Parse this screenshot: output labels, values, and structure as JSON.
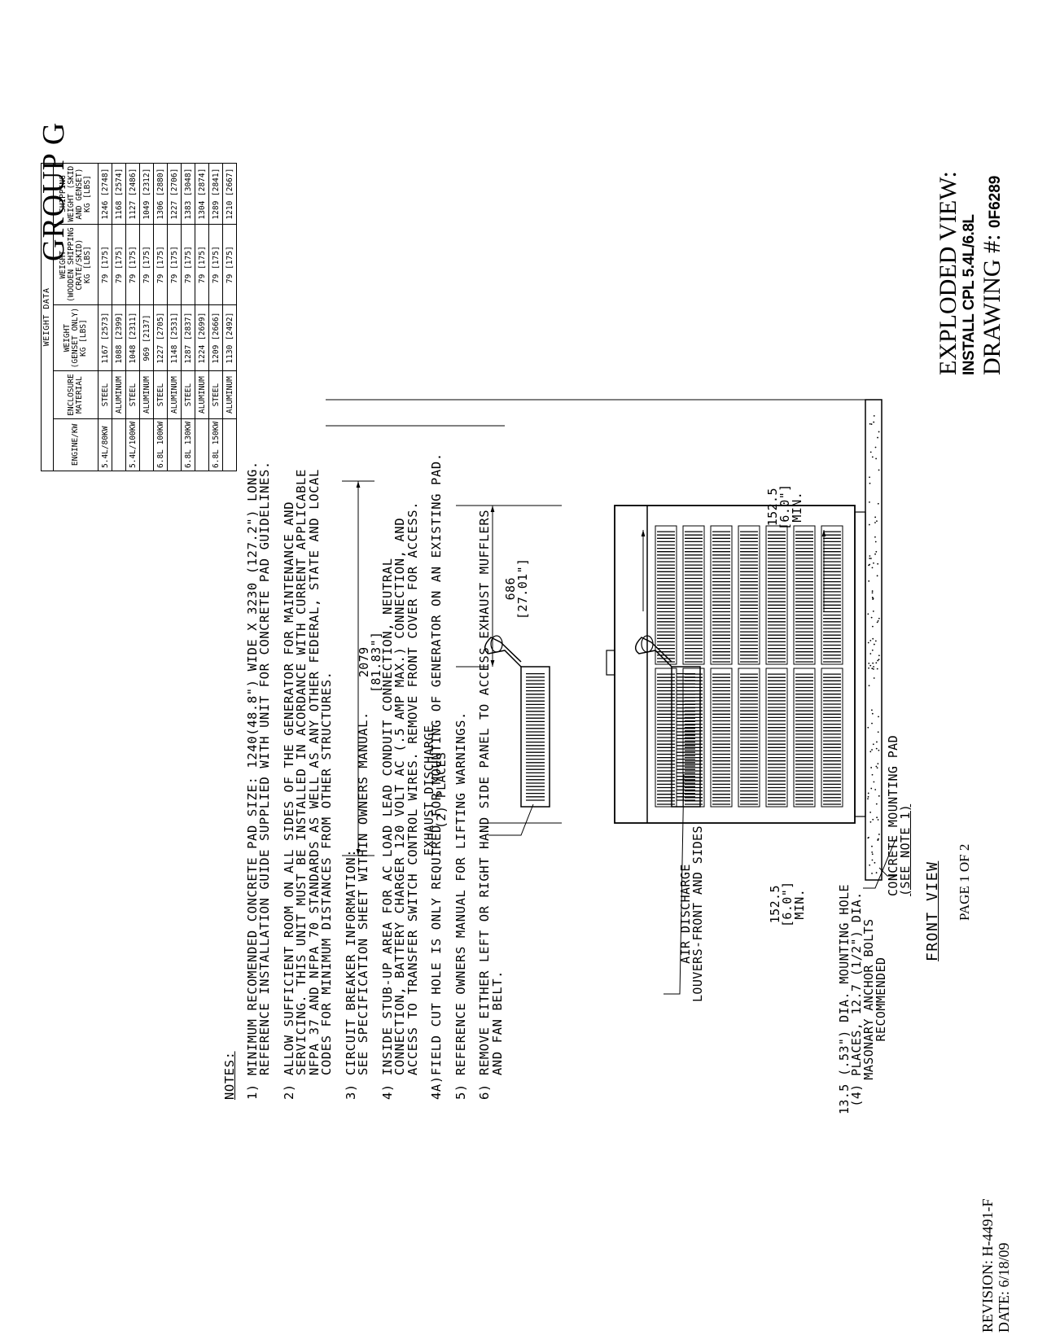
{
  "title": {
    "group": "GROUP G",
    "exploded": "EXPLODED VIEW:",
    "install": "INSTALL CPL 5.4L/6.8L",
    "drawing_label": "DRAWING #: ",
    "drawing_number": "0F6289"
  },
  "revision": {
    "revision": "REVISION: H-4491-F",
    "date": "DATE: 6/18/09"
  },
  "notes": {
    "header": "NOTES:",
    "items": [
      {
        "num": "1)",
        "text": "MINIMUM RECOMENDED CONCRETE PAD SIZE: 1240(48.8\") WIDE X 3230 (127.2\") LONG.\nREFERENCE INSTALLATION GUIDE SUPPLIED WITH UNIT FOR CONCRETE PAD GUIDELINES."
      },
      {
        "num": "2)",
        "text": "ALLOW SUFFICIENT ROOM ON ALL SIDES OF THE GENERATOR FOR MAINTENANCE AND\nSERVICING. THIS UNIT MUST BE INSTALLED IN ACORDANCE WITH CURRENT APPLICABLE\nNFPA 37 AND NFPA 70 STANDARDS AS WELL AS ANY OTHER FEDERAL, STATE AND LOCAL\nCODES FOR MINIMUM DISTANCES FROM OTHER STRUCTURES."
      },
      {
        "num": "3)",
        "text": "CIRCUIT BREAKER INFORMATION:\nSEE SPECIFICATION SHEET WITHIN OWNERS MANUAL."
      },
      {
        "num": "4)",
        "text": "INSIDE STUB-UP AREA FOR AC LOAD LEAD CONDUIT CONNECTION, NEUTRAL\nCONNECTION, BATTERY CHARGER 120 VOLT AC (.5 AMP MAX.) CONNECTION, AND\nACCESS TO TRANSFER SWITCH CONTROL WIRES. REMOVE FRONT COVER FOR ACCESS."
      },
      {
        "num": "4A)",
        "text": "FIELD CUT HOLE IS ONLY REQUIRED FOR MOUNTING OF GENERATOR ON AN EXISTING PAD."
      },
      {
        "num": "5)",
        "text": "REFERENCE OWNERS MANUAL FOR LIFTING WARNINGS."
      },
      {
        "num": "6)",
        "text": "REMOVE EITHER LEFT OR RIGHT HAND SIDE PANEL TO ACCESS EXHAUST MUFFLERS\nAND FAN BELT."
      }
    ]
  },
  "weight_table": {
    "caption": "WEIGHT DATA",
    "headers": [
      "ENGINE/KW",
      "ENCLOSURE\nMATERIAL",
      "WEIGHT\n(GENSET ONLY)\nKG [LBS]",
      "WEIGHT\n(WOODEN SHIPPING\nCRATE/SKID)\nKG [LBS]",
      "SHIPPING\nWEIGHT (SKID\nAND GENSET)\nKG [LBS]"
    ],
    "rows": [
      [
        "5.4L/80KW",
        "STEEL",
        "1167 [2573]",
        "79 [175]",
        "1246 [2748]"
      ],
      [
        "",
        "ALUMINUM",
        "1088 [2399]",
        "79 [175]",
        "1168 [2574]"
      ],
      [
        "5.4L/100KW",
        "STEEL",
        "1048 [2311]",
        "79 [175]",
        "1127 [2486]"
      ],
      [
        "",
        "ALUMINUM",
        "969 [2137]",
        "79 [175]",
        "1049 [2312]"
      ],
      [
        "6.8L 100KW",
        "STEEL",
        "1227 [2705]",
        "79 [175]",
        "1306 [2880]"
      ],
      [
        "",
        "ALUMINUM",
        "1148 [2531]",
        "79 [175]",
        "1227 [2706]"
      ],
      [
        "6.8L 130KW",
        "STEEL",
        "1287 [2837]",
        "79 [175]",
        "1383 [3048]"
      ],
      [
        "",
        "ALUMINUM",
        "1224 [2699]",
        "79 [175]",
        "1304 [2874]"
      ],
      [
        "6.8L 150KW",
        "STEEL",
        "1209 [2666]",
        "79 [175]",
        "1289 [2841]"
      ],
      [
        "",
        "ALUMINUM",
        "1130 [2492]",
        "79 [175]",
        "1210 [2667]"
      ]
    ]
  },
  "drawing": {
    "exhaust_line1": "EXHAUST DISCHARGE",
    "exhaust_line2": "(2) PLACES",
    "air_line1": "AIR DISCHARGE",
    "air_line2": "LOUVERS-FRONT AND SIDES",
    "mount_line1": "13.5 (.53\") DIA. MOUNTING HOLE",
    "mount_line2": "(4) PLACES, 12.7 (1/2\") DIA.",
    "mount_line3": "MASONARY ANCHOR BOLTS",
    "mount_line4": "RECOMMENDED",
    "clear_left_1": "152.5",
    "clear_left_2": "[6.0\"]",
    "clear_left_3": "MIN.",
    "clear_right_1": "152.5",
    "clear_right_2": "[6.0\"]",
    "clear_right_3": "MIN.",
    "dim_686_1": "686",
    "dim_686_2": "[27.01\"]",
    "dim_2079_1": "2079",
    "dim_2079_2": "[81.83\"]",
    "pad_line1": "CONCRETE MOUNTING PAD",
    "pad_line2": "(SEE NOTE 1)",
    "front_view": "FRONT VIEW",
    "page": "PAGE 1 OF 2"
  }
}
